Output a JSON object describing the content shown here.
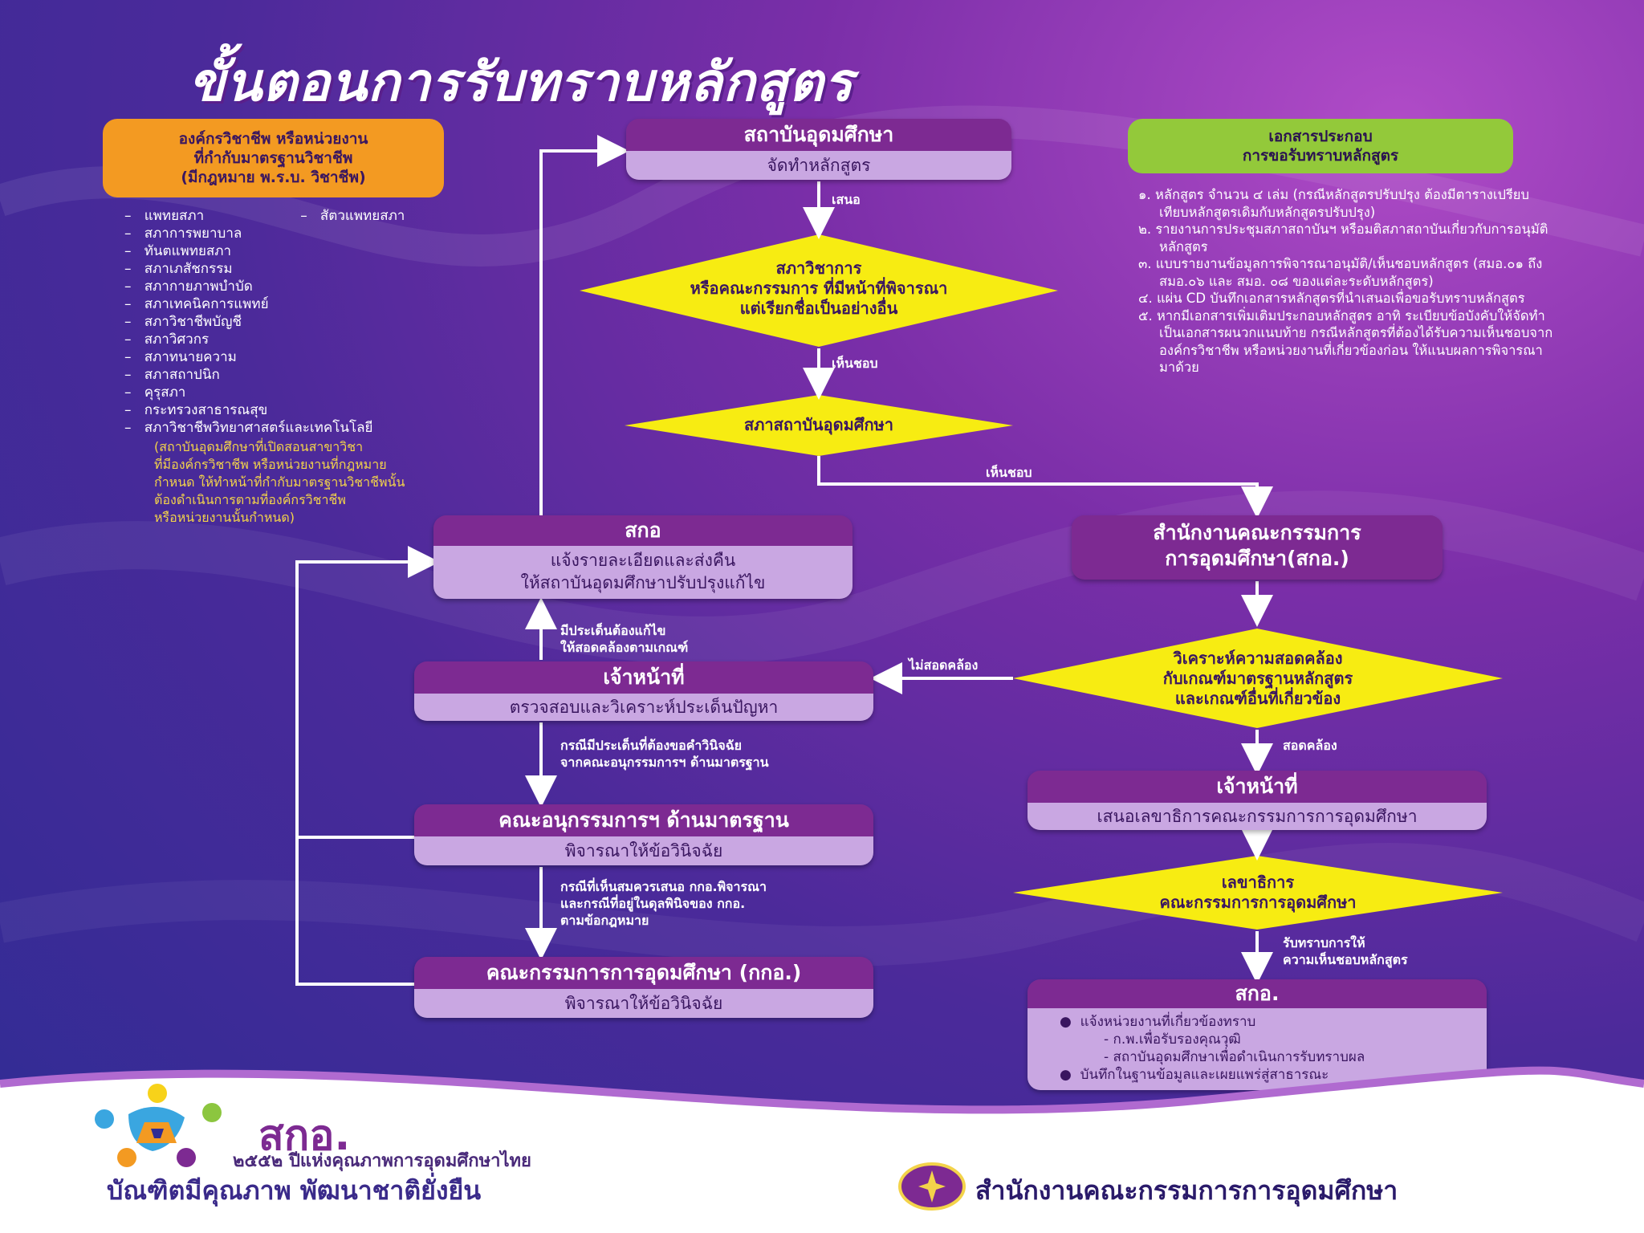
{
  "title": "ขั้นตอนการรับทราบหลักสูตร",
  "professional_org": {
    "header_lines": [
      "องค์กรวิชาชีพ หรือหน่วยงาน",
      "ที่กำกับมาตรฐานวิชาชีพ",
      "(มีกฎหมาย พ.ร.บ. วิชาชีพ)"
    ],
    "items": [
      "แพทยสภา",
      "สภาการพยาบาล",
      "ทันตแพทยสภา",
      "สภาเภสัชกรรม",
      "สภากายภาพบำบัด",
      "สภาเทคนิคการแพทย์",
      "สภาวิชาชีพบัญชี",
      "สภาวิศวกร",
      "สภาทนายความ",
      "สภาสถาปนิก",
      "คุรุสภา",
      "กระทรวงสาธารณสุข",
      "สภาวิชาชีพวิทยาศาสตร์และเทคโนโลยี"
    ],
    "item_extra": "สัตวแพทยสภา",
    "note_lines": [
      "(สถาบันอุดมศึกษาที่เปิดสอนสาขาวิชา",
      "ที่มีองค์กรวิชาชีพ หรือหน่วยงานที่กฎหมาย",
      "กำหนด ให้ทำหน้าที่กำกับมาตรฐานวิชาชีพนั้น",
      "ต้องดำเนินการตามที่องค์กรวิชาชีพ",
      "หรือหน่วยงานนั้นกำหนด)"
    ]
  },
  "documents": {
    "header_lines": [
      "เอกสารประกอบ",
      "การขอรับทราบหลักสูตร"
    ],
    "items": [
      "๑. หลักสูตร จำนวน ๔ เล่ม (กรณีหลักสูตรปรับปรุง ต้องมีตารางเปรียบเทียบหลักสูตรเดิมกับหลักสูตรปรับปรุง)",
      "๒. รายงานการประชุมสภาสถาบันฯ หรือมติสภาสถาบันเกี่ยวกับการอนุมัติหลักสูตร",
      "๓. แบบรายงานข้อมูลการพิจารณาอนุมัติ/เห็นชอบหลักสูตร (สมอ.๐๑ ถึง สมอ.๐๖ และ สมอ. ๐๘ ของแต่ละระดับหลักสูตร)",
      "๔. แผ่น CD บันทึกเอกสารหลักสูตรที่นำเสนอเพื่อขอรับทราบหลักสูตร",
      "๕. หากมีเอกสารเพิ่มเติมประกอบหลักสูตร อาทิ ระเบียบข้อบังคับให้จัดทำเป็นเอกสารผนวกแนบท้าย กรณีหลักสูตรที่ต้องได้รับความเห็นชอบจากองค์กรวิชาชีพ หรือหน่วยงานที่เกี่ยวข้องก่อน ให้แนบผลการพิจารณามาด้วย"
    ]
  },
  "nodes": {
    "institution": {
      "title": "สถาบันอุดมศึกษา",
      "body": "จัดทำหลักสูตร"
    },
    "academic_council": {
      "lines": [
        "สภาวิชาการ",
        "หรือคณะกรรมการ ที่มีหน้าที่พิจารณา",
        "แต่เรียกชื่อเป็นอย่างอื่น"
      ]
    },
    "university_council": {
      "text": "สภาสถาบันอุดมศึกษา"
    },
    "ohec_office": {
      "lines": [
        "สำนักงานคณะกรรมการ",
        "การอุดมศึกษา(สกอ.)"
      ]
    },
    "analyze": {
      "lines": [
        "วิเคราะห์ความสอดคล้อง",
        "กับเกณฑ์มาตรฐานหลักสูตร",
        "และเกณฑ์อื่นที่เกี่ยวข้อง"
      ]
    },
    "officer_right": {
      "title": "เจ้าหน้าที่",
      "body": "เสนอเลขาธิการคณะกรรมการการอุดมศึกษา"
    },
    "secretary": {
      "lines": [
        "เลขาธิการ",
        "คณะกรรมการการอุดมศึกษา"
      ]
    },
    "sko_final": {
      "title": "สกอ.",
      "bullets": [
        "แจ้งหน่วยงานที่เกี่ยวข้องทราบ",
        "- ก.พ.เพื่อรับรองคุณวุฒิ",
        "- สถาบันอุดมศึกษาเพื่อดำเนินการรับทราบผล",
        "บันทึกในฐานข้อมูลและเผยแพร่สู่สาธารณะ"
      ]
    },
    "sko_return": {
      "title": "สกอ",
      "body_lines": [
        "แจ้งรายละเอียดและส่งคืน",
        "ให้สถาบันอุดมศึกษาปรับปรุงแก้ไข"
      ]
    },
    "officer_left": {
      "title": "เจ้าหน้าที่",
      "body": "ตรวจสอบและวิเคราะห์ประเด็นปัญหา"
    },
    "subcommittee": {
      "title": "คณะอนุกรรมการฯ ด้านมาตรฐาน",
      "body": "พิจารณาให้ข้อวินิจฉัย"
    },
    "commission": {
      "title": "คณะกรรมการการอุดมศึกษา (กกอ.)",
      "body": "พิจารณาให้ข้อวินิจฉัย"
    }
  },
  "edge_labels": {
    "propose": "เสนอ",
    "approve1": "เห็นชอบ",
    "approve2": "เห็นชอบ",
    "consistent": "สอดคล้อง",
    "inconsistent": "ไม่สอดคล้อง",
    "acknowledge": [
      "รับทราบการให้",
      "ความเห็นชอบหลักสูตร"
    ],
    "has_issues": [
      "มีประเด็นต้องแก้ไข",
      "ให้สอดคล้องตามเกณฑ์"
    ],
    "need_ruling": [
      "กรณีมีประเด็นที่ต้องขอคำวินิจฉัย",
      "จากคณะอนุกรรมการฯ ด้านมาตรฐาน"
    ],
    "to_commission": [
      "กรณีที่เห็นสมควรเสนอ กกอ.พิจารณา",
      "และกรณีที่อยู่ในดุลพินิจของ กกอ.",
      "ตามข้อกฎหมาย"
    ]
  },
  "footer": {
    "org_short": "สกอ.",
    "year_line": "๒๕๕๒ ปีแห่งคุณภาพการอุดมศึกษาไทย",
    "slogan": "บัณฑิตมีคุณภาพ พัฒนาชาติยั่งยืน",
    "office_name": "สำนักงานคณะกรรมการการอุดมศึกษา"
  },
  "colors": {
    "purple": "#7d2a92",
    "lilac": "#c9a7e2",
    "yellow": "#f7ec12",
    "orange": "#f39a22",
    "green": "#93c93a"
  }
}
